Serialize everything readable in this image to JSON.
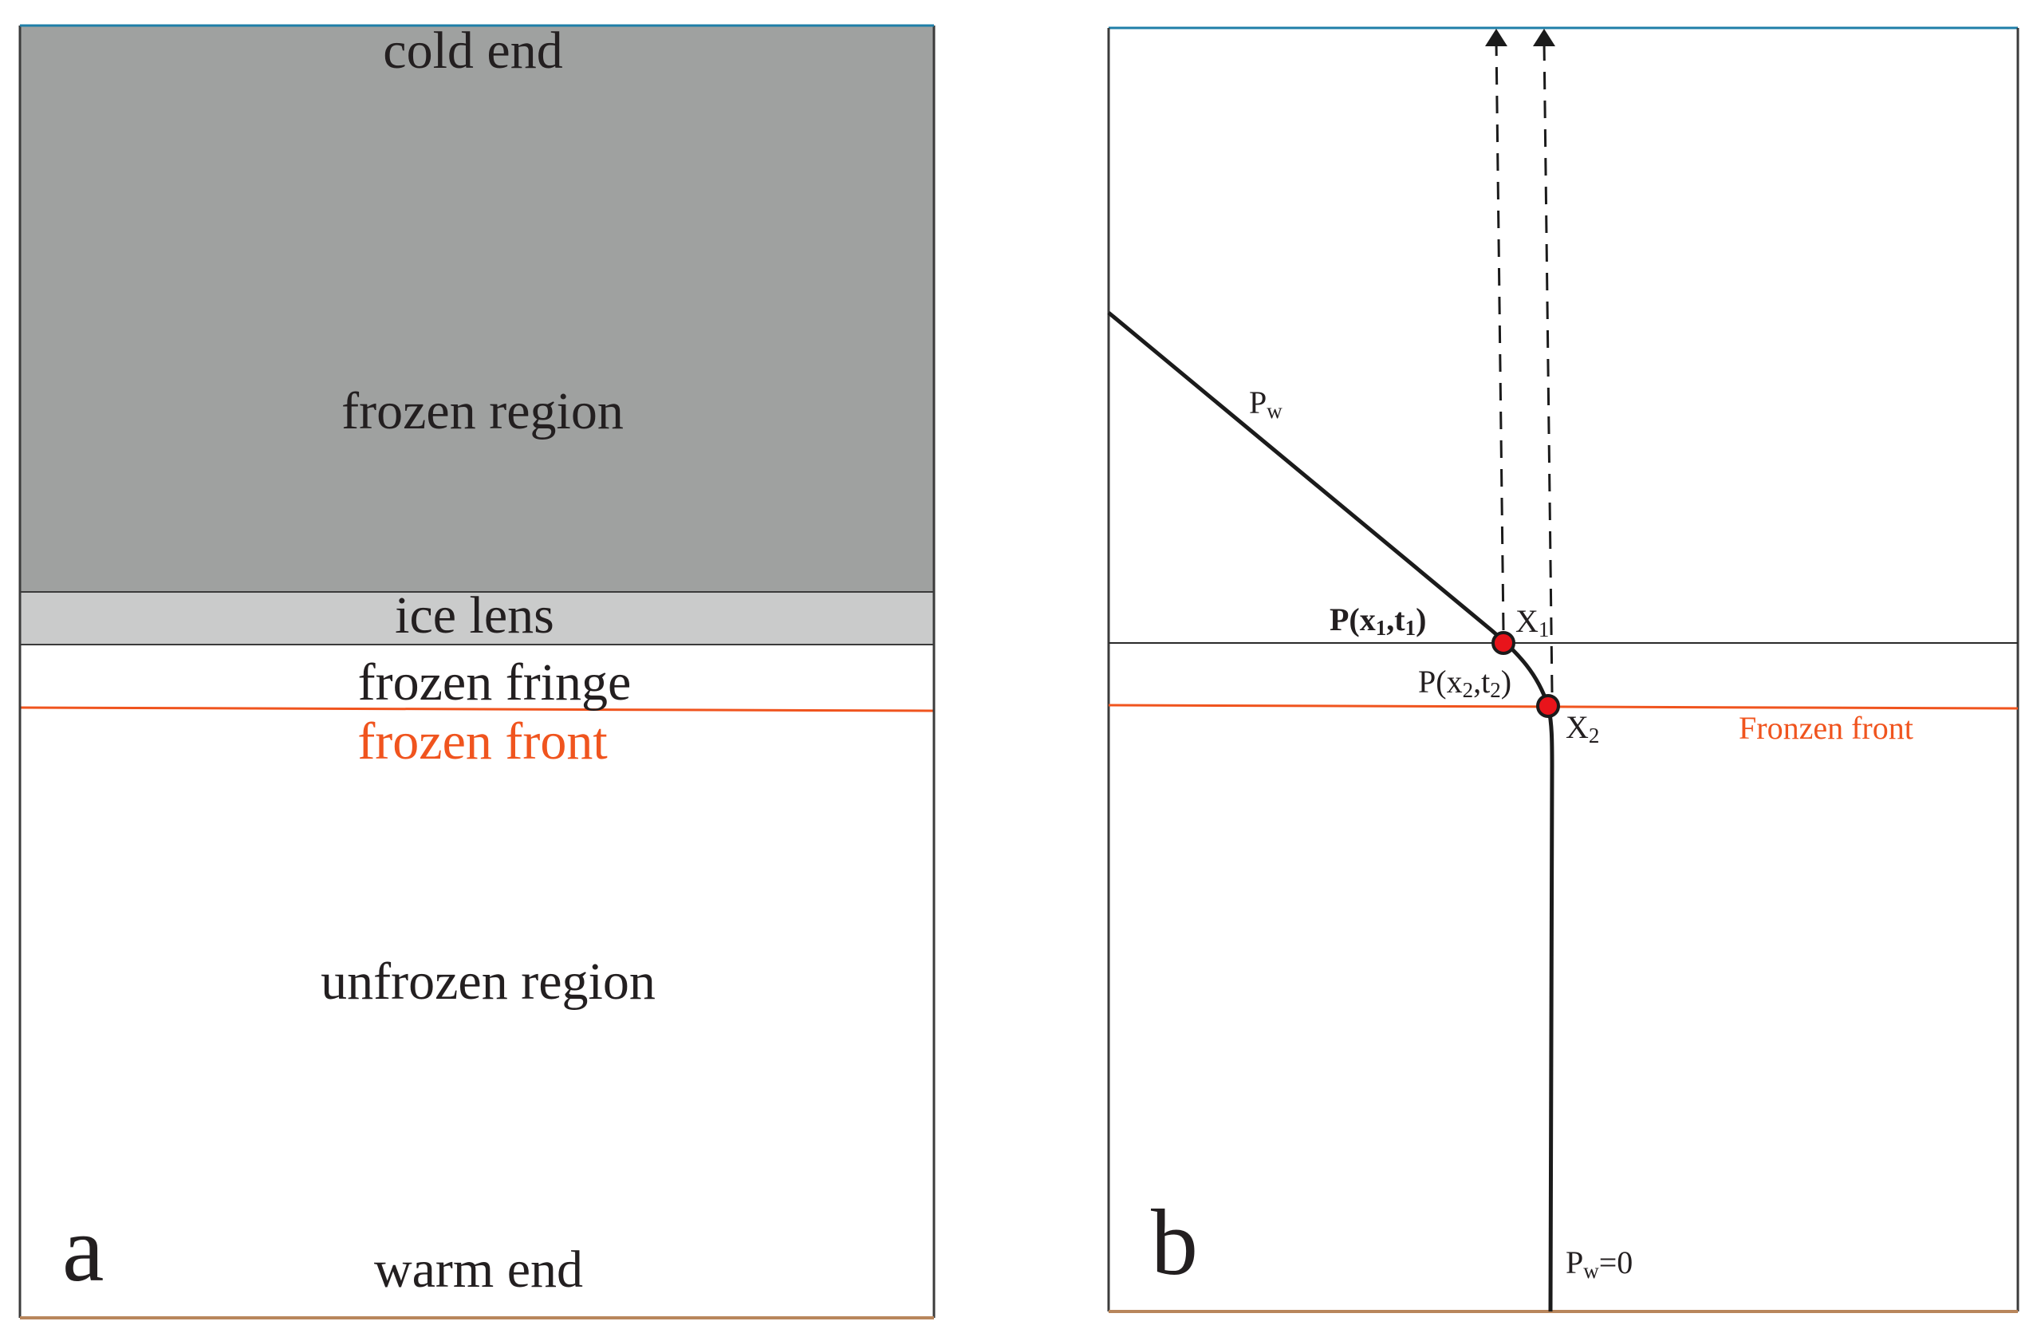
{
  "panel_a": {
    "letter": "a",
    "labels": {
      "cold_end": "cold end",
      "frozen_region": "frozen region",
      "ice_lens": "ice lens",
      "frozen_fringe": "frozen fringe",
      "frozen_front": "frozen front",
      "unfrozen_region": "unfrozen region",
      "warm_end": "warm end"
    }
  },
  "panel_b": {
    "letter": "b",
    "labels": {
      "pw": {
        "main": "P",
        "sub": "w"
      },
      "p1": {
        "a": "P(x",
        "s1": "1",
        "b": ",t",
        "s2": "1",
        "c": ")"
      },
      "x1": {
        "main": "X",
        "sub": "1"
      },
      "p2": {
        "a": "P(x",
        "s1": "2",
        "b": ",t",
        "s2": "2",
        "c": ")"
      },
      "x2": {
        "main": "X",
        "sub": "2"
      },
      "frozen_front": "Fronzen front",
      "pw0": {
        "main": "P",
        "sub": "w",
        "tail": "=0"
      }
    }
  },
  "colors": {
    "frozen_region": "#9fa1a0",
    "ice_lens": "#cacbcb",
    "outline": "#3b3b3b",
    "frozen_front": "#f0541e",
    "top_edge": "#1f7fa8",
    "bottom_edge": "#b8865c",
    "curve": "#1b1b1b",
    "marker": "#e8141b"
  }
}
